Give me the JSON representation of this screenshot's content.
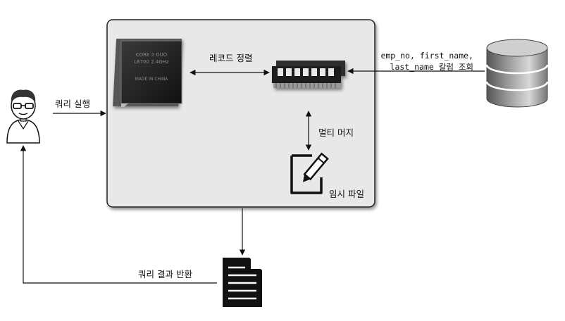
{
  "labels": {
    "query_exec": "쿼리 실행",
    "record_sort": "레코드 정렬",
    "column_query_line1": "emp_no, first_name,",
    "column_query_line2": "last_name 칼럼 조회",
    "multi_merge": "멀티 머지",
    "temp_file": "임시 파일",
    "query_result": "쿼리 결과 반환"
  },
  "cpu_text": [
    "CORE 2 DUO",
    "L6700 2.4GHz",
    "",
    "MADE IN CHINA"
  ],
  "colors": {
    "box_fill": "#e8e8e8",
    "box_stroke": "#222222",
    "line": "#111111"
  },
  "icons": [
    "user-icon",
    "cpu-icon",
    "ram-icon",
    "database-icon",
    "temp-file-icon",
    "result-document-icon"
  ]
}
